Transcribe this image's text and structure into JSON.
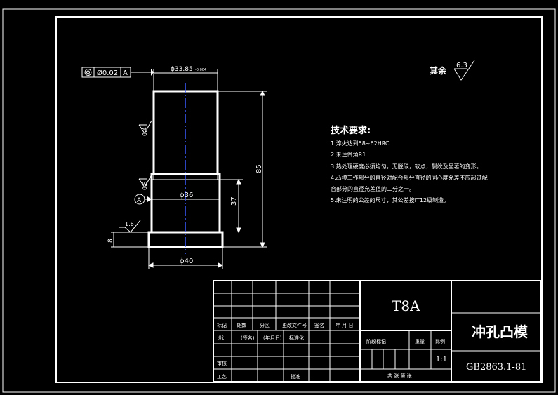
{
  "tolerance_frame": {
    "symbol": "◎",
    "value": "Ø0.02",
    "datum": "A"
  },
  "dims": {
    "top_diameter": "ϕ33.85",
    "top_diameter_tol": "-0.004",
    "roughness_top": "0.4",
    "roughness_mid": "0.8",
    "roughness_flange": "1.6",
    "datum_label": "A",
    "height_total": "85",
    "height_lower": "37",
    "mid_diameter": "ϕ36",
    "flange_height": "8",
    "flange_diameter": "ϕ40"
  },
  "other_roughness": {
    "label": "其余",
    "value": "6.3"
  },
  "tech_req": {
    "title": "技术要求:",
    "lines": [
      "1.淬火达到58~62HRC",
      "2.未注倒角R1",
      "3.热处理硬度必须均匀，无脱碳，软点，裂纹及显著的变形。",
      "4.凸模工作部分的直径对配合部分直径的同心度允差不应超过配",
      "合部分的直径允差值的二分之一。",
      "5.未注明的公差的尺寸，其公差按IT12级制造。"
    ]
  },
  "title_block": {
    "material": "T8A",
    "part_name": "冲孔凸模",
    "standard": "GB2863.1-81",
    "scale": "1:1",
    "row_labels": [
      "标记",
      "处数",
      "分区",
      "更改文件号",
      "签名",
      "年 月 日"
    ],
    "design_row": [
      "设计",
      "(签名)",
      "(年月日)",
      "标准化"
    ],
    "stage_labels": [
      "阶段标记",
      "重量",
      "比例"
    ],
    "review": "审核",
    "process": "工艺",
    "approve": "批准",
    "sheet": "共 张 第 张"
  }
}
